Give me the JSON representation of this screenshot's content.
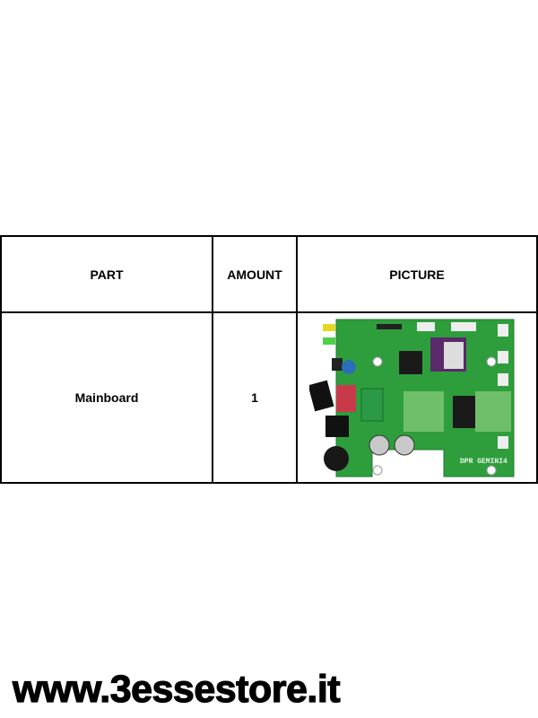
{
  "table": {
    "headers": [
      "PART",
      "AMOUNT",
      "PICTURE"
    ],
    "rows": [
      {
        "part": "Mainboard",
        "amount": "1",
        "picture": {
          "board_label": "DPR GEMINI4"
        }
      }
    ]
  },
  "footer": {
    "website": "www.3essestore.it"
  },
  "colors": {
    "pcb": "#2e9e3c",
    "pcb_dark": "#1f7a2c"
  }
}
